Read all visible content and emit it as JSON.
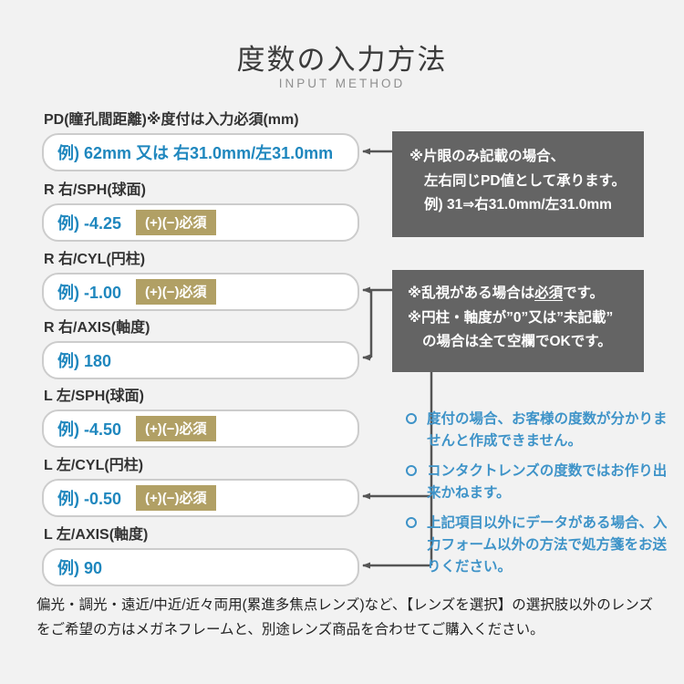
{
  "colors": {
    "background": "#f2f2f2",
    "accent_blue": "#1f87be",
    "bullet_blue": "#3e93c8",
    "badge_tan": "#b1a065",
    "note_gray": "#646464",
    "connector_gray": "#555555"
  },
  "header": {
    "title": "度数の入力方法",
    "subtitle": "INPUT METHOD"
  },
  "form": {
    "fields": [
      {
        "label": "PD(瞳孔間距離)※度付は入力必須(mm)",
        "example": "例) 62mm 又は 右31.0mm/左31.0mm"
      },
      {
        "label": "R 右/SPH(球面)",
        "example": "例) -4.25",
        "badge": "(+)(−)必須"
      },
      {
        "label": "R 右/CYL(円柱)",
        "example": "例) -1.00",
        "badge": "(+)(−)必須"
      },
      {
        "label": "R 右/AXIS(軸度)",
        "example": "例) 180"
      },
      {
        "label": "L 左/SPH(球面)",
        "example": "例) -4.50",
        "badge": "(+)(−)必須"
      },
      {
        "label": "L 左/CYL(円柱)",
        "example": "例) -0.50",
        "badge": "(+)(−)必須"
      },
      {
        "label": "L 左/AXIS(軸度)",
        "example": "例) 90"
      }
    ]
  },
  "pd_note": {
    "line1": "※片眼のみ記載の場合、",
    "line2": "左右同じPD値として承ります。",
    "line3": "例) 31⇒右31.0mm/左31.0mm"
  },
  "cyl_note": {
    "line1_pre": "※乱視がある場合は",
    "line1_em": "必須",
    "line1_post": "です。",
    "line2": "※円柱・軸度が”0”又は”未記載”",
    "line3": "の場合は全て空欄でOKです。"
  },
  "bullet_notes": [
    "度付の場合、お客様の度数が分かりませんと作成できません。",
    "コンタクトレンズの度数ではお作り出来かねます。",
    "上記項目以外にデータがある場合、入力フォーム以外の方法で処方箋をお送りください。"
  ],
  "footer": {
    "text": "偏光・調光・遠近/中近/近々両用(累進多焦点レンズ)など、【レンズを選択】の選択肢以外のレンズをご希望の方はメガネフレームと、別途レンズ商品を合わせてご購入ください。"
  }
}
